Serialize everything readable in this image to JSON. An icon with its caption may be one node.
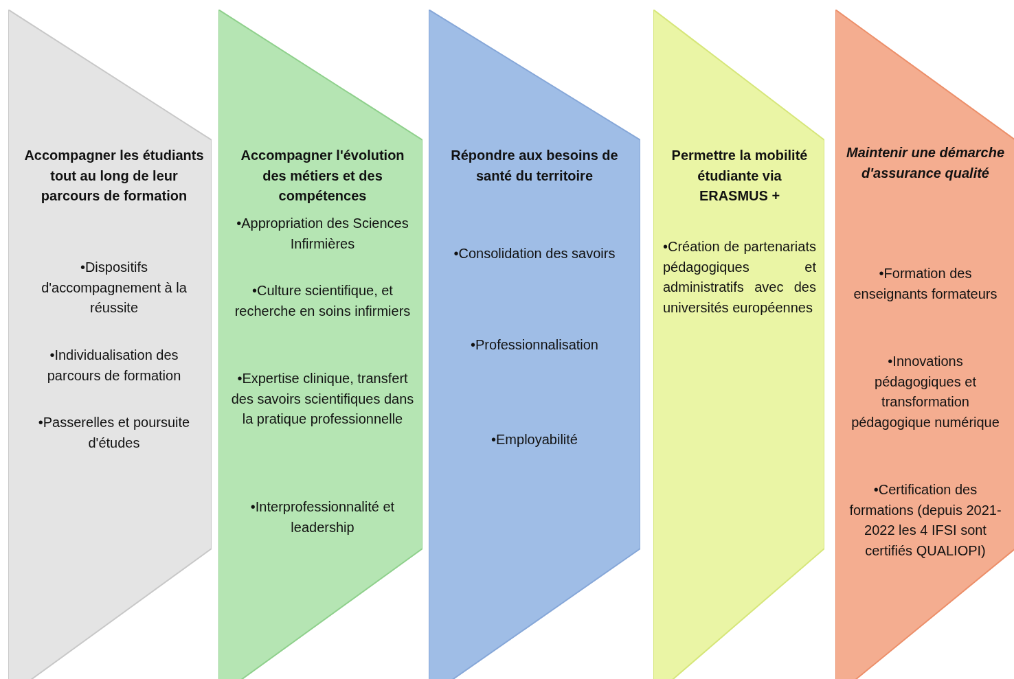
{
  "diagram": {
    "nodes": [
      {
        "text": [
          "Accompagner les étudiants tout au long de leur parcours de formation",
          "•Dispositifs d'accompagnement à la réussite",
          "•Individualisation des parcours de formation",
          "•Passerelles et poursuite d'études"
        ]
      },
      {
        "text": [
          "Accompagner l'évolution des métiers et des compétences",
          "•Appropriation des Sciences Infirmières",
          "•Culture scientifique, et recherche en soins infirmiers",
          "•Expertise clinique, transfert des savoirs scientifiques dans la pratique professionnelle",
          "•Interprofessionnalité et leadership"
        ]
      },
      {
        "text": [
          "Répondre aux besoins de santé du territoire",
          "•Consolidation des savoirs",
          "•Professionnalisation",
          "•Employabilité"
        ]
      },
      {
        "text": [
          "Permettre la mobilité étudiante via ERASMUS +",
          "•Création de partenariats pédagogiques et administratifs avec des universités européennes"
        ]
      },
      {
        "text": [
          "Maintenir une démarche d'assurance qualité",
          "•Formation des enseignants formateurs",
          "•Innovations pédagogiques et transformation pédagogique numérique",
          "•Certification des formations (depuis 2021-2022 les 4 IFSI sont certifiés QUALIOPI)"
        ]
      }
    ],
    "edges": []
  }
}
